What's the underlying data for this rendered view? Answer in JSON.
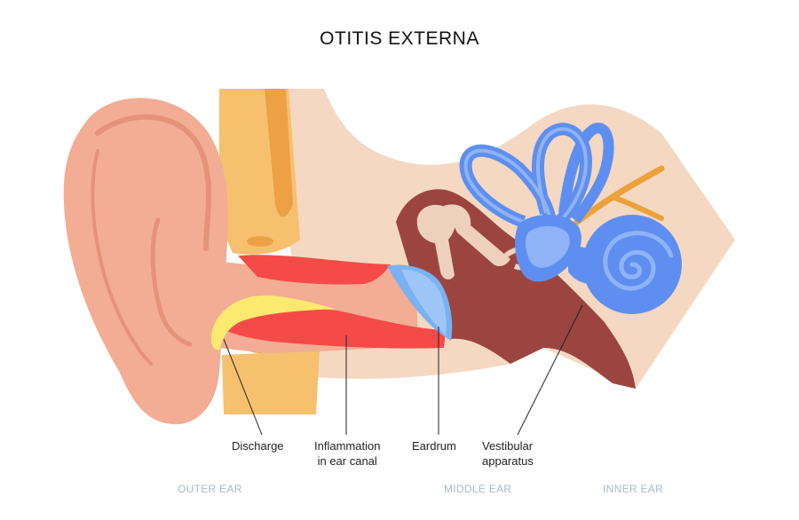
{
  "title": "OTITIS EXTERNA",
  "labels": {
    "discharge": "Discharge",
    "inflammation_line1": "Inflammation",
    "inflammation_line2": "in ear canal",
    "eardrum": "Eardrum",
    "vestibular_line1": "Vestibular",
    "vestibular_line2": "apparatus"
  },
  "regions": {
    "outer": "OUTER EAR",
    "middle": "MIDDLE EAR",
    "inner": "INNER EAR"
  },
  "colors": {
    "skin": "#f2ad94",
    "skin_dark": "#e4927a",
    "tissue": "#f5d8c2",
    "fat": "#f7c06e",
    "fat_dark": "#eea047",
    "inflamed": "#f54b48",
    "discharge": "#fbe970",
    "muscle": "#9c4540",
    "bone": "#eed1bc",
    "eardrum": "#78b2f3",
    "labyrinth": "#5e8ff0",
    "labyrinth_light": "#8fb3f6",
    "nerve": "#eba23c",
    "region_text": "#a9b9cc"
  }
}
